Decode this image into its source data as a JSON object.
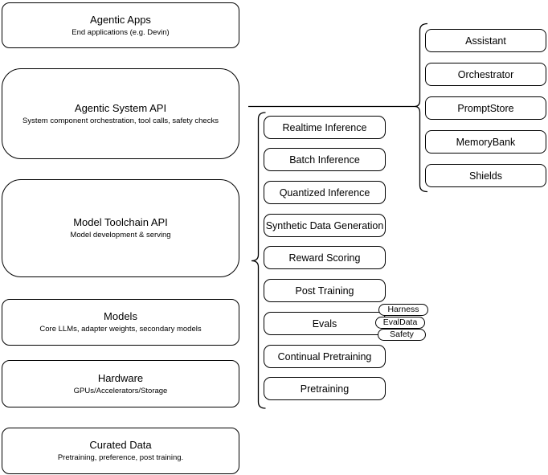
{
  "diagram": {
    "left_stack": [
      {
        "title": "Agentic Apps",
        "subtitle": "End applications (e.g. Devin)"
      },
      {
        "title": "Agentic System API",
        "subtitle": "System component orchestration, tool calls, safety checks"
      },
      {
        "title": "Model Toolchain API",
        "subtitle": "Model development & serving"
      },
      {
        "title": "Models",
        "subtitle": "Core LLMs, adapter weights, secondary models"
      },
      {
        "title": "Hardware",
        "subtitle": "GPUs/Accelerators/Storage"
      },
      {
        "title": "Curated Data",
        "subtitle": "Pretraining, preference, post training."
      }
    ],
    "toolchain_items": [
      "Realtime Inference",
      "Batch Inference",
      "Quantized Inference",
      "Synthetic Data Generation",
      "Reward Scoring",
      "Post Training",
      "Evals",
      "Continual Pretraining",
      "Pretraining"
    ],
    "evals_tags": [
      "Harness",
      "EvalData",
      "Safety"
    ],
    "system_components": [
      "Assistant",
      "Orchestrator",
      "PromptStore",
      "MemoryBank",
      "Shields"
    ],
    "colors": {
      "stroke": "#000000",
      "fill": "#ffffff",
      "background": "#ffffff"
    }
  }
}
